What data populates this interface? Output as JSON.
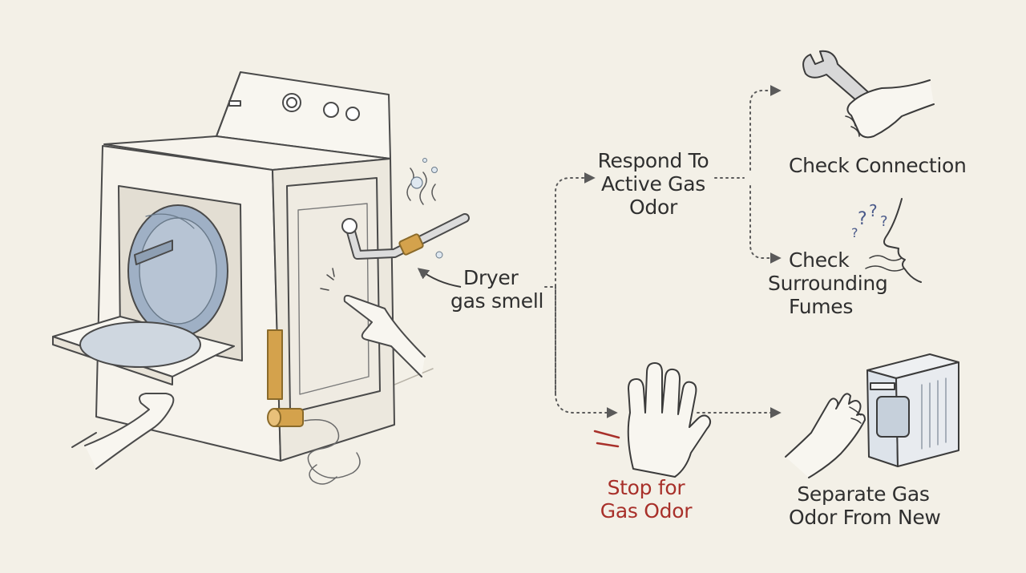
{
  "labels": {
    "source": [
      "Dryer",
      "gas smell"
    ],
    "respond": [
      "Respond To",
      "Active Gas",
      "Odor"
    ],
    "check_connection": [
      "Check Connection"
    ],
    "check_fumes": [
      "Check",
      "Surrounding",
      "Fumes"
    ],
    "stop": [
      "Stop for",
      "Gas Odor"
    ],
    "separate": [
      "Separate Gas",
      "Odor From New"
    ]
  },
  "colors": {
    "background": "#f3f0e7",
    "ink": "#3b3b3b",
    "stop_accent": "#a8302a",
    "drum_blue": "#9fb0c5",
    "brass": "#d4a24c"
  },
  "icons": [
    "dryer-illustration",
    "wrench-hand-icon",
    "sniff-nose-icon",
    "stop-hand-icon",
    "hand-at-dryer-icon"
  ]
}
